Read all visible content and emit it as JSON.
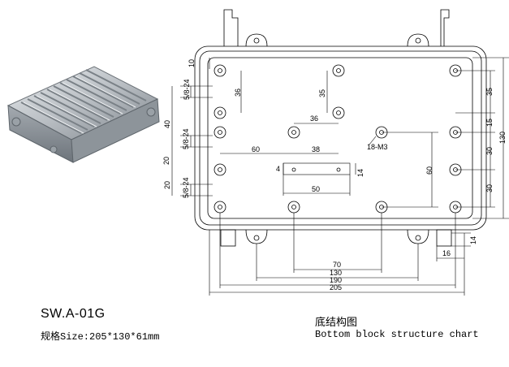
{
  "product": {
    "model": "SW.A-01G",
    "size_spec": "规格Size:205*130*61mm"
  },
  "caption": {
    "chinese": "底结构图",
    "english": "Bottom block structure chart"
  },
  "dimensions": {
    "top_margin": "10",
    "left_5_8_24_a": "5/8-24",
    "left_36": "36",
    "left_40": "40",
    "left_5_8_24_b": "5/8-24",
    "left_20_a": "20",
    "left_20_b": "20",
    "left_5_8_24_c": "5/8-24",
    "v35": "35",
    "h36": "36",
    "h60": "60",
    "h38": "38",
    "v4": "4",
    "v14_mid": "14",
    "h50": "50",
    "v60": "60",
    "hole_note": "18-M3",
    "right_35": "35",
    "right_15": "15",
    "right_30_a": "30",
    "right_30_b": "30",
    "right_130": "130",
    "right_14": "14",
    "bottom_16": "16",
    "bottom_70": "70",
    "bottom_130": "130",
    "bottom_190": "190",
    "bottom_205": "205"
  },
  "colors": {
    "line": "#000000",
    "photo_metal": "#b9bec3"
  }
}
